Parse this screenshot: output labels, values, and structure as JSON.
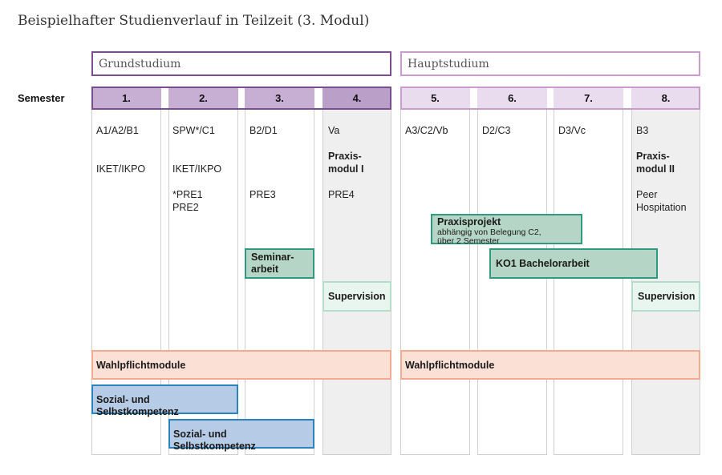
{
  "title": "Beispielhafter Studienverlauf in Teilzeit (3. Modul)",
  "phases": {
    "grund": "Grundstudium",
    "haupt": "Hauptstudium"
  },
  "semester_label": "Semester",
  "semesters": [
    "1.",
    "2.",
    "3.",
    "4.",
    "5.",
    "6.",
    "7.",
    "8."
  ],
  "cells": {
    "s1": {
      "a": "A1/A2/B1",
      "b": "IKET/IKPO"
    },
    "s2": {
      "a": "SPW*/C1",
      "b": "IKET/IKPO",
      "c": "*PRE1\nPRE2"
    },
    "s3": {
      "a": "B2/D1",
      "c": "PRE3"
    },
    "s4": {
      "a": "Va",
      "b": "Praxis-\nmodul I",
      "c": "PRE4"
    },
    "s5": {
      "a": "A3/C2/Vb"
    },
    "s6": {
      "a": "D2/C3"
    },
    "s7": {
      "a": "D3/Vc"
    },
    "s8": {
      "a": "B3",
      "b": "Praxis-\nmodul II",
      "c": "Peer\nHospitation"
    }
  },
  "boxes": {
    "praxisprojekt_title": "Praxisprojekt",
    "praxisprojekt_note": "abhängig von Belegung C2,\nüber 2 Semester",
    "seminararbeit": "Seminar-\narbeit",
    "bachelorarbeit": "KO1 Bachelorarbeit",
    "supervision_1": "Supervision",
    "supervision_2": "Supervision",
    "wahlpflicht_1": "Wahlpflichtmodule",
    "wahlpflicht_2": "Wahlpflichtmodule",
    "sozial_1": "Sozial- und Selbstkompetenz",
    "sozial_2": "Sozial- und Selbstkompetenz"
  },
  "colors": {
    "grund_accent": "#7a4d8e",
    "haupt_accent": "#c99ccd",
    "green": "#2f9a7f",
    "salmon": "#f3ab8f",
    "blue": "#2a83bf"
  }
}
